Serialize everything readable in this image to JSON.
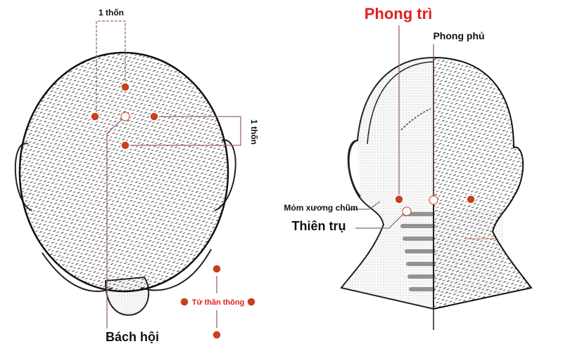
{
  "left_figure": {
    "measure_top": "1 thốn",
    "measure_side": "1 thốn",
    "main_point": "Bách hội",
    "group_label": "Tứ thần thông"
  },
  "right_figure": {
    "title_point": "Phong trì",
    "point_2": "Phong phủ",
    "landmark": "Mỏm xương chũm",
    "point_3": "Thiên trụ"
  },
  "colors": {
    "acupoint": "#c8401c",
    "highlight_text": "#e0201f",
    "leader_line": "#9a6b6b"
  }
}
